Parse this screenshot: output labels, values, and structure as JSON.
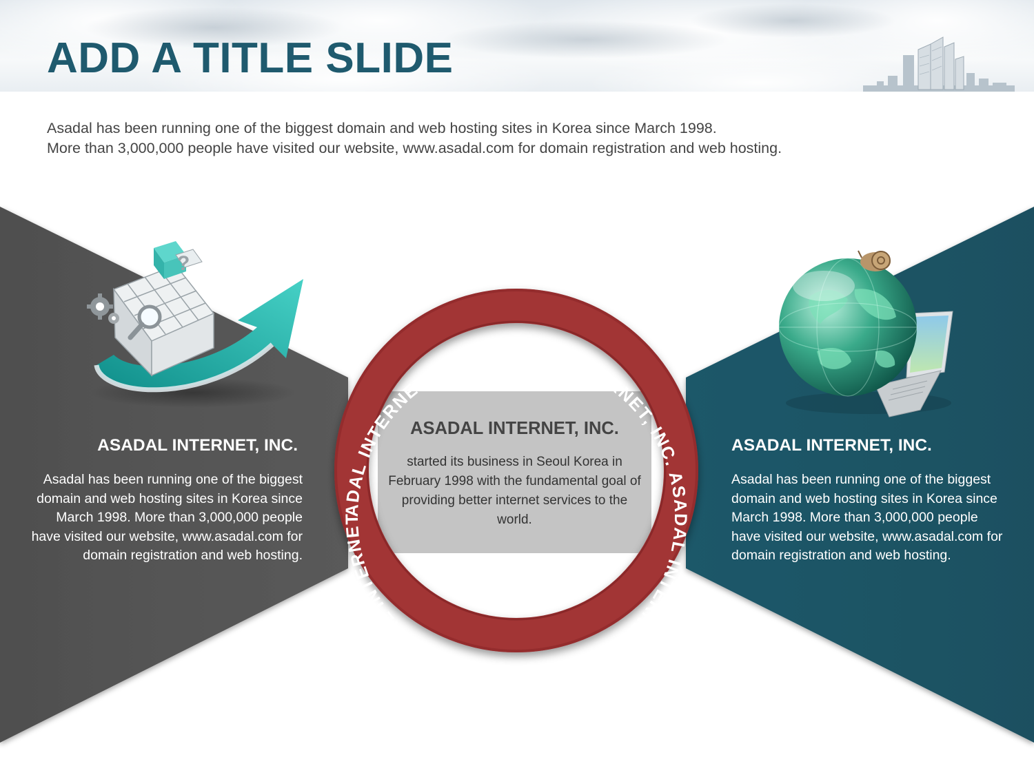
{
  "slide": {
    "title": "ADD A TITLE SLIDE",
    "intro_lines": [
      "Asadal has been running one of the biggest domain and web hosting sites in Korea since March 1998.",
      "More than 3,000,000 people have visited our website, www.asadal.com for domain registration and web hosting."
    ]
  },
  "left_panel": {
    "title": "ASADAL INTERNET, INC.",
    "text": "Asadal has been running one of the biggest domain and web hosting sites in Korea since March 1998. More than 3,000,000 people have visited our website, www.asadal.com for domain registration and web hosting.",
    "icon": "cube-arrow-icon"
  },
  "right_panel": {
    "title": "ASADAL INTERNET, INC.",
    "text": "Asadal has been running one of the biggest domain and web hosting sites in Korea since March 1998. More than 3,000,000 people have visited our website, www.asadal.com for domain registration and web hosting.",
    "icon": "globe-laptop-icon"
  },
  "center_panel": {
    "title": "ASADAL INTERNET, INC.",
    "text": "started its business in Seoul Korea in February 1998 with the fundamental goal of  providing better internet services to the world."
  },
  "ring": {
    "text": "ADAL INTERNET, INC. ASADAL INTERNET, INC. ASADAL INTERNET, INC. ADD TEXTASASADAL INTERNET, INC. "
  },
  "colors": {
    "title": "#1f5a6e",
    "left_bow": "#555555",
    "right_bow": "#1e5667",
    "ring": "#a23436",
    "center_panel": "#c4c4c4"
  }
}
